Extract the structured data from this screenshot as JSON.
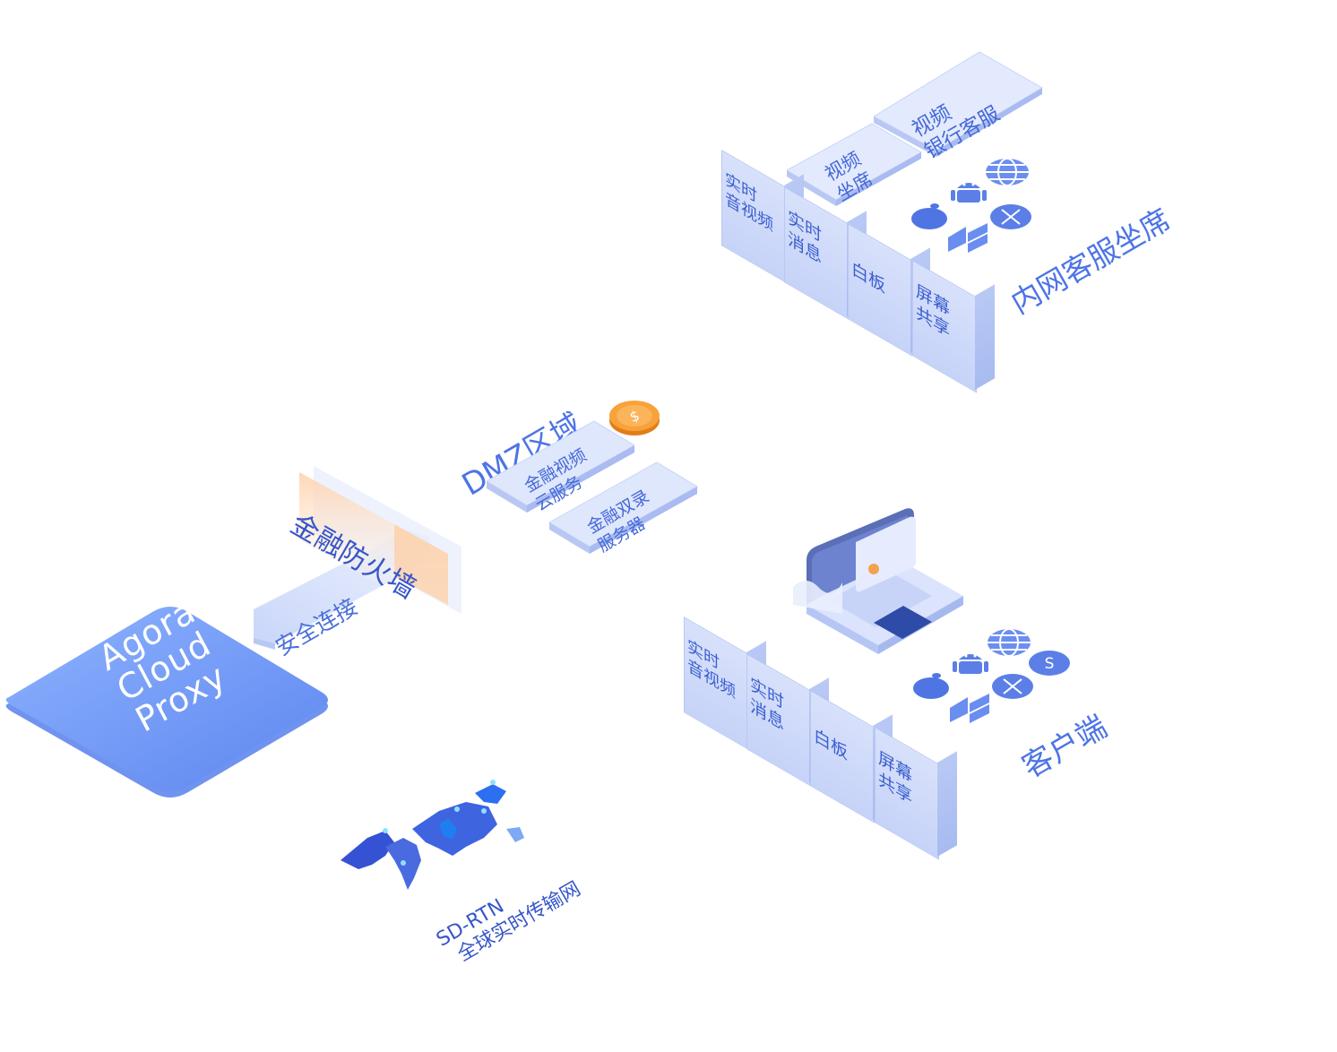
{
  "proxy": {
    "label": "Agora\nCloud\nProxy"
  },
  "connection": {
    "label": "安全连接"
  },
  "firewall": {
    "label": "金融防火墙"
  },
  "dmz": {
    "title": "DMZ区域",
    "tiles": [
      "金融视频\n云服务",
      "金融双录\n服务器"
    ]
  },
  "intranet": {
    "title": "内网客服坐席",
    "tiles": [
      "视频\n坐席",
      "视频\n银行客服"
    ],
    "blocks": [
      "实时\n音视频",
      "实时\n消息",
      "白板",
      "屏幕\n共享"
    ],
    "platform_icons": [
      "apple-icon",
      "android-icon",
      "globe-icon",
      "windows-icon",
      "cross-icon"
    ]
  },
  "client": {
    "title": "客户端",
    "blocks": [
      "实时\n音视频",
      "实时\n消息",
      "白板",
      "屏幕\n共享"
    ],
    "platform_icons": [
      "apple-icon",
      "android-icon",
      "globe-icon",
      "windows-icon",
      "cross-icon",
      "s-icon"
    ]
  },
  "network": {
    "line1": "SD-RTN",
    "line2": "全球实时传输网"
  },
  "colors": {
    "primary": "#4d74e6",
    "light": "#dfe7fc",
    "coin": "#f7a23a"
  }
}
